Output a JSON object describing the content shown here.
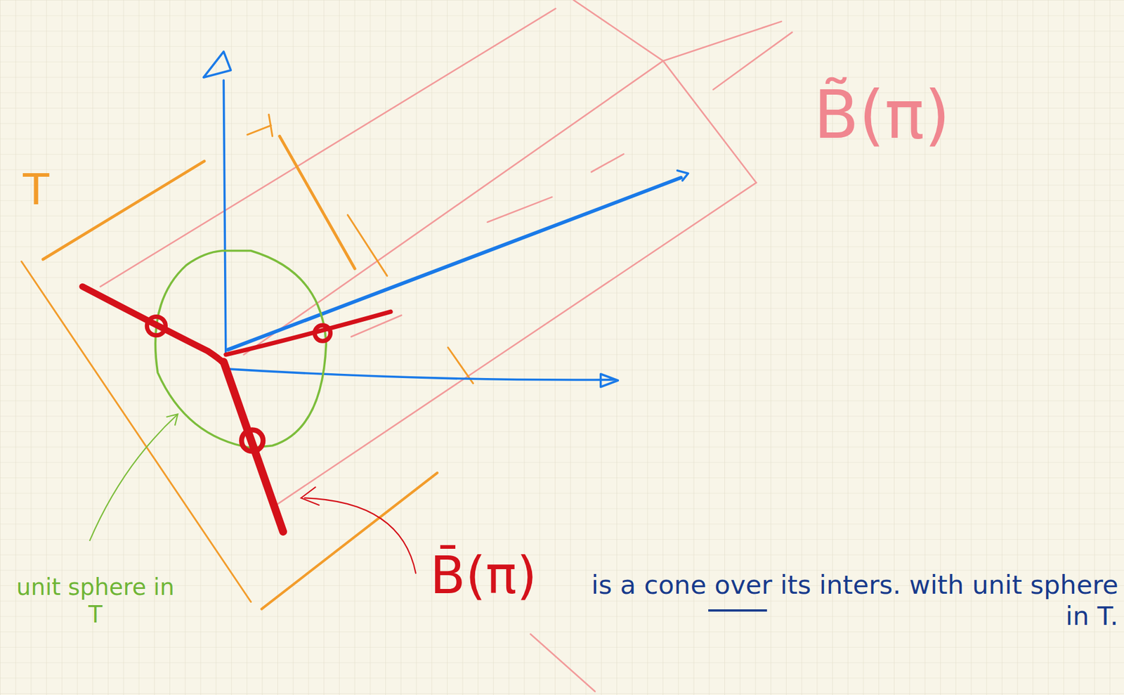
{
  "diagram": {
    "labels": [
      "B̃(π)",
      "T",
      "unit sphere in T",
      "B̄(π)",
      "is a cone over its inters. with unit sphere in T."
    ]
  }
}
